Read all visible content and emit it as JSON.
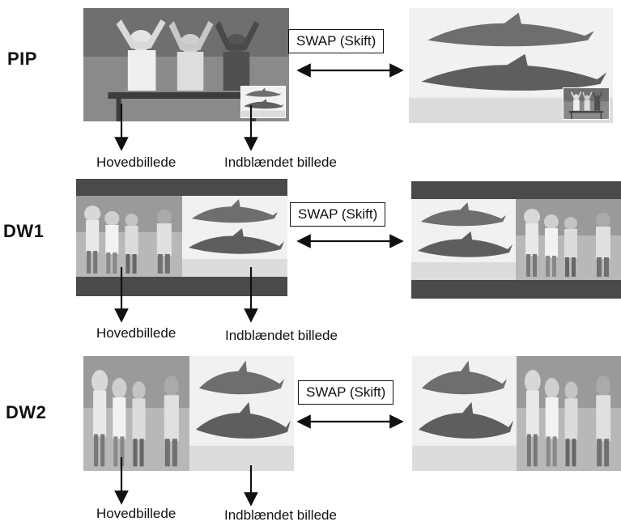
{
  "rows": [
    {
      "mode": "PIP",
      "swap": "SWAP (Skift)",
      "main_caption": "Hovedbillede",
      "sub_caption": "Indblændet billede"
    },
    {
      "mode": "DW1",
      "swap": "SWAP (Skift)",
      "main_caption": "Hovedbillede",
      "sub_caption": "Indblændet billede"
    },
    {
      "mode": "DW2",
      "swap": "SWAP (Skift)",
      "main_caption": "Hovedbillede",
      "sub_caption": "Indblændet billede"
    }
  ],
  "images": {
    "children": "children-photo",
    "dolphins": "dolphins-photo"
  }
}
